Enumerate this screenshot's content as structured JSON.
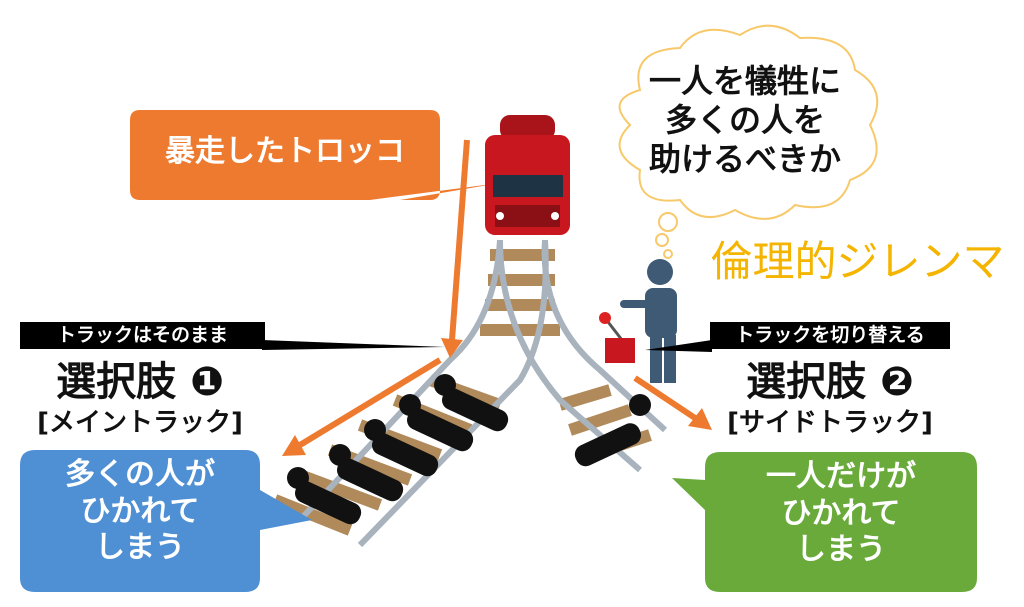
{
  "trolley_callout": {
    "text": "暴走したトロッコ",
    "color": "#ee7a2f"
  },
  "thought_cloud": {
    "lines": [
      "一人を犠牲に",
      "多くの人を",
      "助けるべきか"
    ]
  },
  "dilemma_title": {
    "text": "倫理的ジレンマ",
    "color": "#f4b400"
  },
  "option1": {
    "action_label": "トラックはそのまま",
    "title": "選択肢 ❶",
    "track": "[メイントラック]",
    "outcome_lines": [
      "多くの人が",
      "ひかれて",
      "しまう"
    ],
    "outcome_color": "#4f8fd3"
  },
  "option2": {
    "action_label": "トラックを切り替える",
    "title": "選択肢 ❷",
    "track": "[サイドトラック]",
    "outcome_lines": [
      "一人だけが",
      "ひかれて",
      "しまう"
    ],
    "outcome_color": "#69aa3b"
  },
  "colors": {
    "arrow": "#ee7a2f",
    "train": "#c8171e",
    "person": "#3e5a75",
    "rail": "#a9b3bd",
    "tie": "#b08a5a"
  }
}
